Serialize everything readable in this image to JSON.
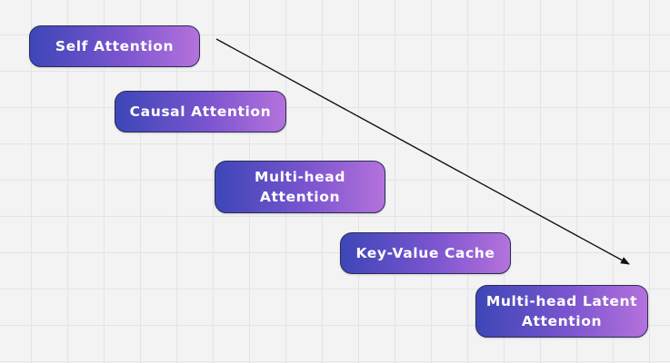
{
  "diagram": {
    "nodes": [
      {
        "id": "self-attention",
        "label": "Self Attention"
      },
      {
        "id": "causal-attention",
        "label": "Causal Attention"
      },
      {
        "id": "multi-head-attention",
        "label": "Multi-head\nAttention"
      },
      {
        "id": "key-value-cache",
        "label": "Key-Value Cache"
      },
      {
        "id": "multi-head-latent-attention",
        "label": "Multi-head Latent\nAttention"
      }
    ],
    "arrow": {
      "from": "self-attention",
      "to": "multi-head-latent-attention",
      "color": "#111111"
    },
    "colors": {
      "node_gradient_start": "#3d46b7",
      "node_gradient_end": "#b472dc",
      "node_border": "#2b2b55",
      "background": "#f3f3f3",
      "grid": "#e4e4e4"
    }
  }
}
